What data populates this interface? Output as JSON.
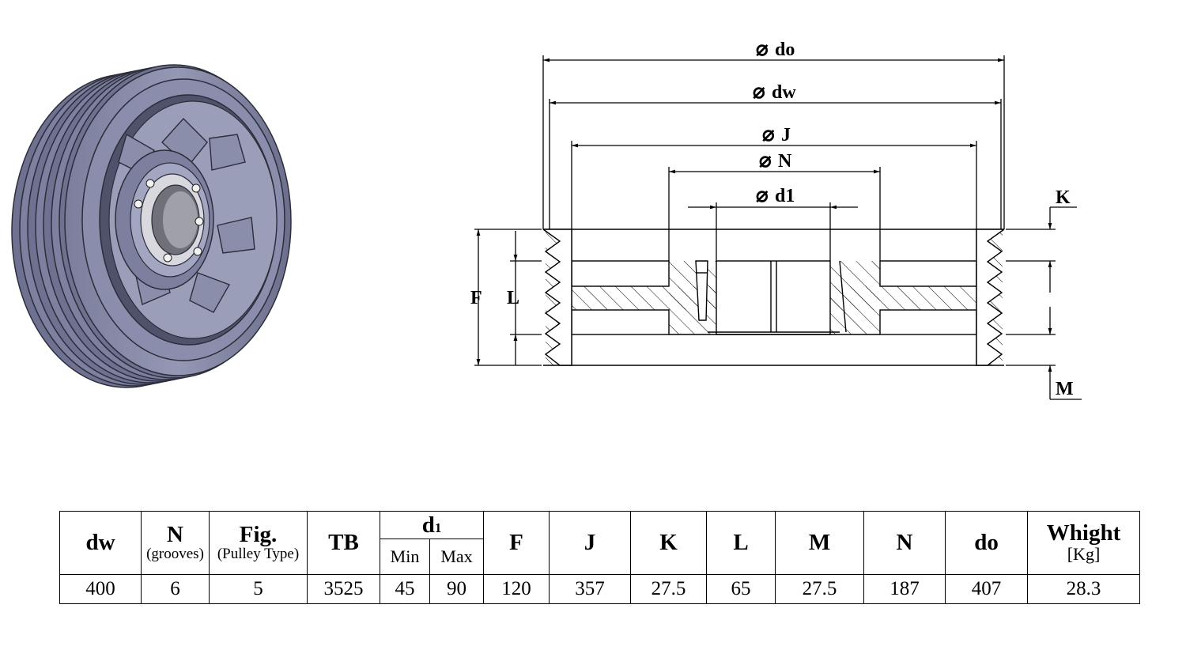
{
  "diagram": {
    "labels": {
      "do": "do",
      "dw": "dw",
      "J": "J",
      "N": "N",
      "d1": "d1",
      "K": "K",
      "M": "M",
      "F": "F",
      "L": "L"
    },
    "diameter_symbol": "⌀"
  },
  "table": {
    "headers": {
      "dw": "dw",
      "N": "N",
      "N_sub": "(grooves)",
      "fig": "Fig.",
      "fig_sub": "(Pulley Type)",
      "TB": "TB",
      "d1": "d",
      "d1_sub": "1",
      "min": "Min",
      "max": "Max",
      "F": "F",
      "J": "J",
      "K": "K",
      "L": "L",
      "M": "M",
      "N2": "N",
      "do": "do",
      "weight": "Whight",
      "weight_sub": "[Kg]"
    },
    "row": {
      "dw": "400",
      "N": "6",
      "fig": "5",
      "TB": "3525",
      "min": "45",
      "max": "90",
      "F": "120",
      "J": "357",
      "K": "27.5",
      "L": "65",
      "M": "27.5",
      "N2": "187",
      "do": "407",
      "weight": "28.3"
    }
  },
  "colors": {
    "pulley_body": "#8588a6",
    "pulley_dark": "#52556e",
    "pulley_light": "#a4a7c2",
    "line": "#000000"
  }
}
